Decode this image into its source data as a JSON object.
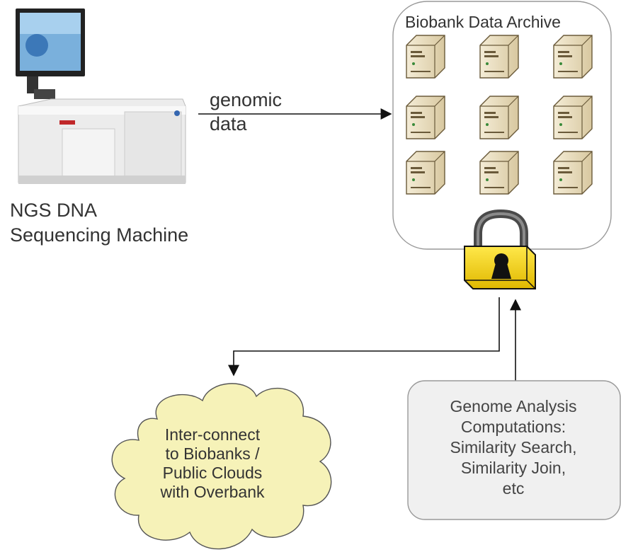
{
  "machine": {
    "label_line1": "NGS DNA",
    "label_line2": "Sequencing Machine"
  },
  "flow": {
    "data_label_line1": "genomic",
    "data_label_line2": "data"
  },
  "archive": {
    "title": "Biobank Data Archive",
    "server_icon": "server-tower-icon",
    "server_count": 9
  },
  "lock": {
    "icon": "padlock-icon"
  },
  "cloud": {
    "lines": [
      "Inter-connect",
      "to Biobanks /",
      "Public Clouds",
      "with Overbank"
    ]
  },
  "computations": {
    "lines": [
      "Genome Analysis",
      "Computations:",
      "Similarity Search,",
      "Similarity Join,",
      "etc"
    ]
  },
  "colors": {
    "lock_yellow": "#f2d400",
    "cloud_fill": "#f6f2b8",
    "compute_fill": "#f0f0f0",
    "server_fill": "#e8dcc0"
  }
}
